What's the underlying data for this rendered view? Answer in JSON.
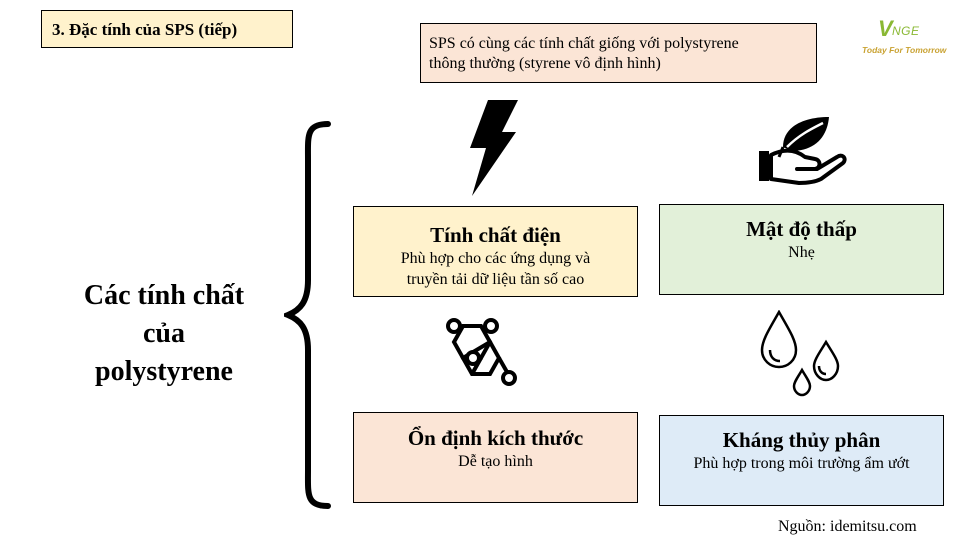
{
  "title": "3. Đặc tính của SPS (tiếp)",
  "intro": {
    "line1": "SPS có cùng các tính chất giống với  polystyrene",
    "line2": "thông thường (styrene vô định hình)"
  },
  "logo": {
    "v": "V",
    "nge": "NGE",
    "tagline": "Today For Tomorrow",
    "color": "#8ab834"
  },
  "main_label": {
    "line1": "Các tính chất",
    "line2": "của",
    "line3": "polystyrene"
  },
  "cards": {
    "electrical": {
      "title": "Tính chất điện",
      "desc1": "Phù hợp cho các ứng dụng và",
      "desc2": "truyền tải dữ liệu tần số cao",
      "icon": "lightning-bolt-icon",
      "color": "#fff2cc"
    },
    "density": {
      "title": "Mật độ thấp",
      "desc1": "Nhẹ",
      "icon": "hand-leaf-icon",
      "color": "#e2f0d9"
    },
    "dimensional": {
      "title": "Ổn định kích thước",
      "desc1": "Dễ tạo hình",
      "icon": "molecule-icon",
      "color": "#fbe5d6"
    },
    "hydrolysis": {
      "title": "Kháng thủy phân",
      "desc1": "Phù hợp trong môi trường ẩm ướt",
      "icon": "water-drops-icon",
      "color": "#deebf7"
    }
  },
  "source": "Nguồn: idemitsu.com"
}
